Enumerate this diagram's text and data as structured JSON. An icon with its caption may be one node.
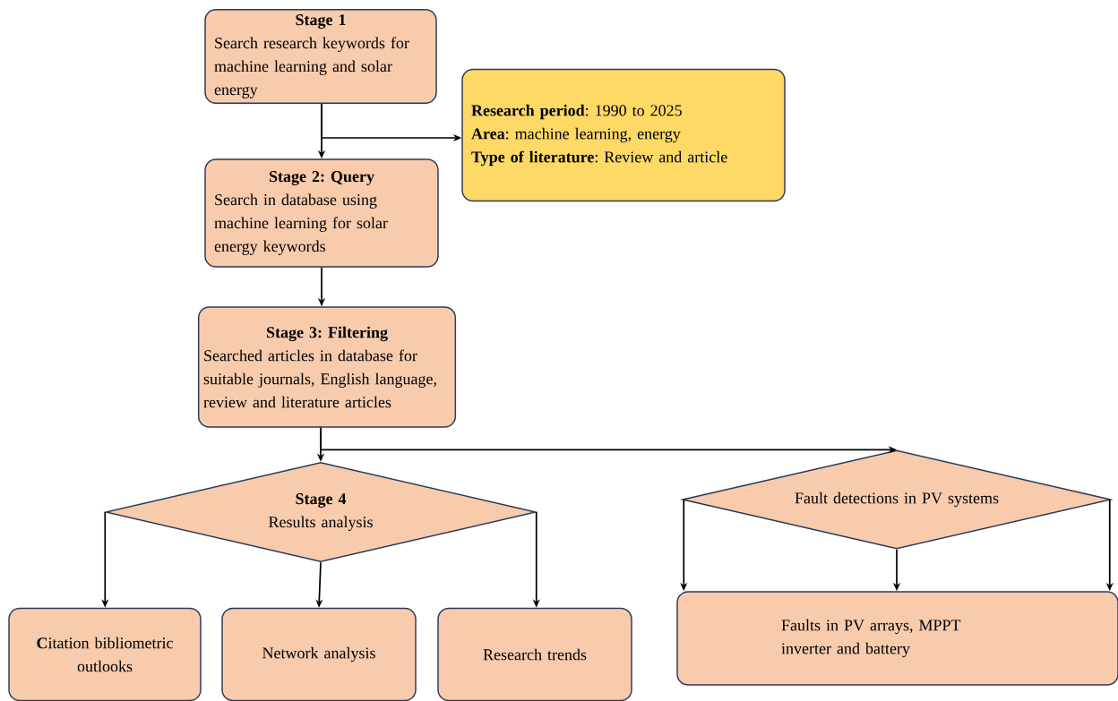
{
  "diagram": {
    "nodes": [
      {
        "text": [
          "Stage 1",
          "Search research keywords for machine learning and solar energy"
        ]
      },
      {
        "text": [
          "**Research period**: 1990 to 2025",
          "**Area**: machine learning, energy",
          "**Type of literature**: Review and article"
        ]
      },
      {
        "text": [
          "Stage 2: Query",
          "Search in database using machine learning for solar energy keywords"
        ]
      },
      {
        "text": [
          "Stage 3: Filtering",
          "Searched articles in database for suitable journals, English language, review and literature articles"
        ]
      },
      {
        "text": [
          "Stage 4",
          "Results analysis"
        ]
      },
      {
        "text": [
          "Fault detections in PV systems"
        ]
      },
      {
        "text": [
          "**C**itation bibliometric outlooks"
        ]
      },
      {
        "text": [
          "Network analysis"
        ]
      },
      {
        "text": [
          "Research trends"
        ]
      },
      {
        "text": [
          "Faults in PV arrays, MPPT inverter and battery"
        ]
      }
    ],
    "edges": [
      {
        "from": 0,
        "to": 2,
        "arrow": "to"
      },
      {
        "from": 0,
        "to": 1,
        "arrow": "to"
      },
      {
        "from": 2,
        "to": 3,
        "arrow": "to"
      },
      {
        "from": 3,
        "to": 4,
        "arrow": "to"
      },
      {
        "from": 3,
        "to": 5,
        "arrow": "to"
      },
      {
        "from": 4,
        "to": 6,
        "arrow": "to"
      },
      {
        "from": 4,
        "to": 7,
        "arrow": "to"
      },
      {
        "from": 4,
        "to": 8,
        "arrow": "to"
      },
      {
        "from": 5,
        "to": 9,
        "arrow": "to"
      },
      {
        "from": 5,
        "to": 9,
        "arrow": "to"
      },
      {
        "from": 5,
        "to": 9,
        "arrow": "to"
      }
    ]
  }
}
